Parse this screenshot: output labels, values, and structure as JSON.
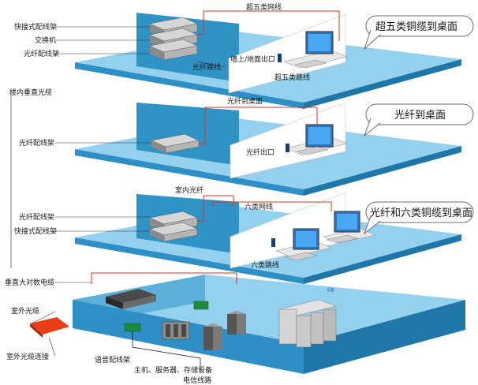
{
  "colors": {
    "floor_top": "#93d1ef",
    "floor_side": "#2e8fc6",
    "wall_blue": "#2f93c6",
    "wall_white": "#ffffff",
    "red_line": "#d9341f",
    "callout_border": "#6a6a6a"
  },
  "floor1": {
    "label_patch_quick": "快接式配线架",
    "label_switch": "交换机",
    "label_fiber_patch": "光纤配线架",
    "label_fiber_jumper": "光纤跳线",
    "label_wall_outlet": "墙上/地面出口",
    "label_cat5_jumper": "超五类跳线",
    "label_cat5_cable": "超五类网线",
    "callout": "超五类铜缆到桌面"
  },
  "riser": {
    "label": "楼内垂直光缆"
  },
  "floor2": {
    "label_fiber_to_desk": "光纤到桌面",
    "label_fiber_patch": "光纤配线架",
    "label_fiber_outlet": "光纤出口",
    "callout": "光纤到桌面"
  },
  "floor3": {
    "label_indoor_fiber": "室内光纤",
    "label_cat6_cable": "六类网线",
    "label_fiber_patch": "光纤配线架",
    "label_patch_quick": "快接式配线架",
    "label_cat6_jumper": "六类跳线",
    "callout": "光纤和六类铜缆到桌面"
  },
  "basement": {
    "label_vertical_cable": "垂直大对数电缆",
    "label_outdoor_fiber": "室外光缆",
    "label_outdoor_conn": "室外光缆连接",
    "label_voice_patch": "语音配线架",
    "label_hosts": "主机、服务器、存储设备",
    "label_telecom": "电信线路",
    "label_tiny": "设备"
  }
}
